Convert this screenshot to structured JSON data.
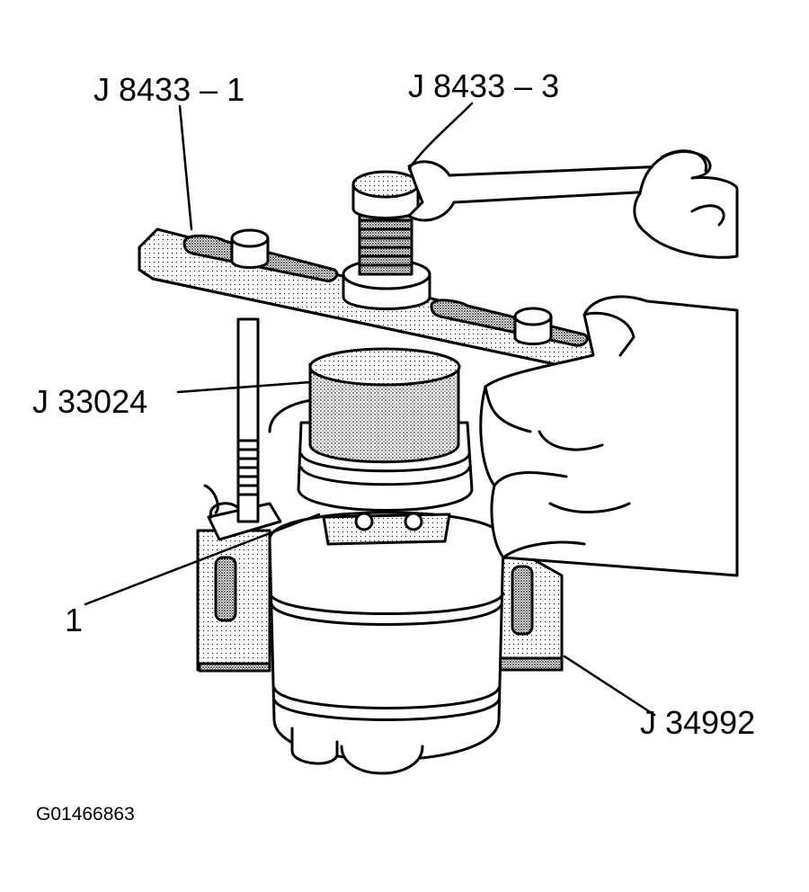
{
  "figure": {
    "figure_id": "G01466863",
    "callouts": {
      "bridge": "J 8433 – 1",
      "screw": "J 8433 – 3",
      "adapter": "J 33024",
      "component": "1",
      "fixture": "J 34992"
    },
    "icons": [
      "bridge-puller",
      "forcing-screw",
      "wrench",
      "adapter-cup",
      "gear-unit",
      "holding-fixture",
      "hands"
    ]
  }
}
